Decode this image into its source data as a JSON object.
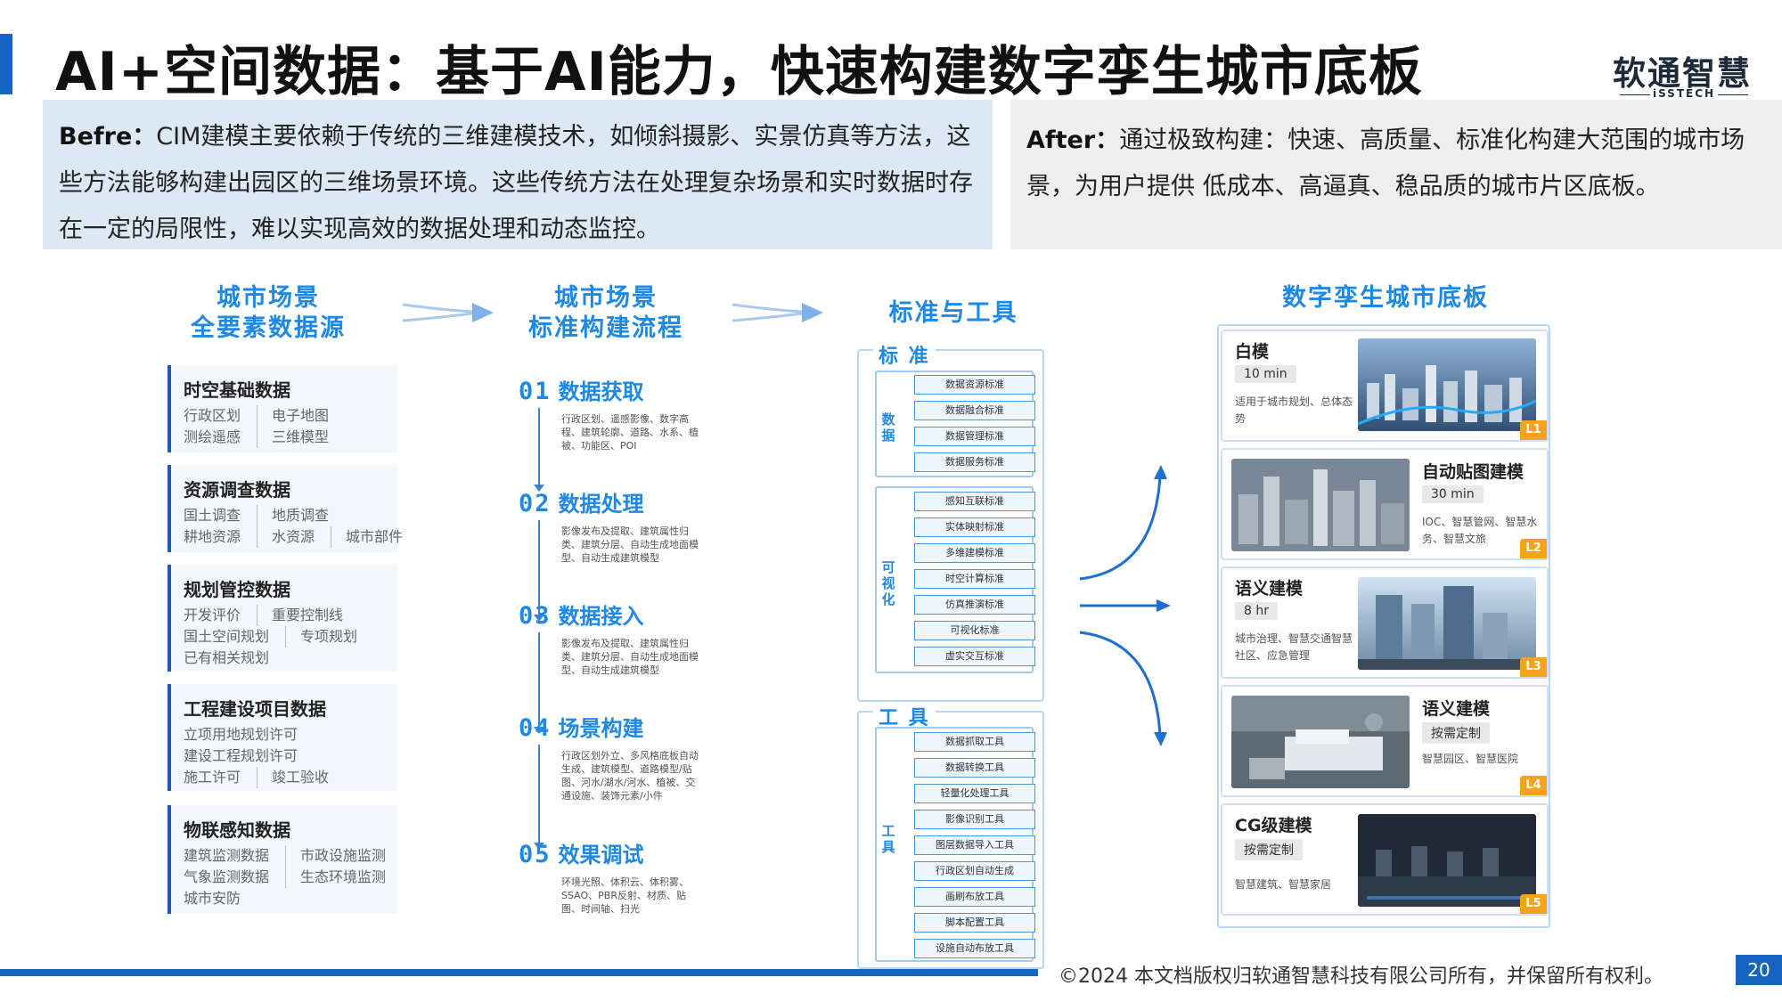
{
  "header": {
    "title": "AI+空间数据：基于AI能力，快速构建数字孪生城市底板",
    "logo_cn": "软通智慧",
    "logo_en": "iSSTECH"
  },
  "before": {
    "lead": "Befre：",
    "text": "CIM建模主要依赖于传统的三维建模技术，如倾斜摄影、实景仿真等方法，这些方法能够构建出园区的三维场景环境。这些传统方法在处理复杂场景和实时数据时存在一定的局限性，难以实现高效的数据处理和动态监控。"
  },
  "after": {
    "lead": "After：",
    "text": "通过极致构建：快速、高质量、标准化构建大范围的城市场景，为用户提供 低成本、高逼真、稳品质的城市片区底板。"
  },
  "col1": {
    "heading_line1": "城市场景",
    "heading_line2": "全要素数据源",
    "categories": [
      {
        "title": "时空基础数据",
        "lines": [
          [
            "行政区划",
            "电子地图"
          ],
          [
            "测绘遥感",
            "三维模型"
          ]
        ]
      },
      {
        "title": "资源调查数据",
        "lines": [
          [
            "国土调查",
            "地质调查"
          ],
          [
            "耕地资源",
            "水资源",
            "城市部件"
          ]
        ]
      },
      {
        "title": "规划管控数据",
        "lines": [
          [
            "开发评价",
            "重要控制线"
          ],
          [
            "国土空间规划",
            "专项规划"
          ],
          [
            "已有相关规划"
          ]
        ]
      },
      {
        "title": "工程建设项目数据",
        "lines": [
          [
            "立项用地规划许可"
          ],
          [
            "建设工程规划许可"
          ],
          [
            "施工许可",
            "竣工验收"
          ]
        ]
      },
      {
        "title": "物联感知数据",
        "lines": [
          [
            "建筑监测数据",
            "市政设施监测"
          ],
          [
            "气象监测数据",
            "生态环境监测"
          ],
          [
            "城市安防"
          ]
        ]
      }
    ]
  },
  "col2": {
    "heading_line1": "城市场景",
    "heading_line2": "标准构建流程",
    "steps": [
      {
        "num": "01",
        "title": "数据获取",
        "desc": "行政区划、遥感影像、数字高程、建筑轮廓、道路、水系、植被、功能区、POI"
      },
      {
        "num": "02",
        "title": "数据处理",
        "desc": "影像发布及提取、建筑属性归类、建筑分层、自动生成地面模型、自动生成建筑模型"
      },
      {
        "num": "03",
        "title": "数据接入",
        "desc": "影像发布及提取、建筑属性归类、建筑分层、自动生成地面模型、自动生成建筑模型"
      },
      {
        "num": "04",
        "title": "场景构建",
        "desc": "行政区划外立、多风格底板自动生成、建筑模型、道路模型/贴图、河水/湖水/河水、植被、交通设施、装饰元素/小件"
      },
      {
        "num": "05",
        "title": "效果调试",
        "desc": "环境光照、体积云、体积雾、SSAO、PBR反射、材质、贴图、时间轴、扫光"
      }
    ]
  },
  "col3": {
    "heading": "标准与工具",
    "standard_label": "标 准",
    "tool_label": "工 具",
    "groups": {
      "data": {
        "label": "数据",
        "items": [
          "数据资源标准",
          "数据融合标准",
          "数据管理标准",
          "数据服务标准"
        ]
      },
      "vis": {
        "label": "可视化",
        "items": [
          "感知互联标准",
          "实体映射标准",
          "多维建模标准",
          "时空计算标准",
          "仿真推演标准",
          "可视化标准",
          "虚实交互标准"
        ]
      },
      "tool": {
        "label": "工具",
        "items": [
          "数据抓取工具",
          "数据转换工具",
          "轻量化处理工具",
          "影像识别工具",
          "图层数据导入工具",
          "行政区划自动生成",
          "画刷布放工具",
          "脚本配置工具",
          "设施自动布放工具"
        ]
      }
    }
  },
  "col4": {
    "heading": "数字孪生城市底板",
    "cards": [
      {
        "title": "白模",
        "time": "10 min",
        "desc": "适用于城市规划、总体态势",
        "badge": "L1"
      },
      {
        "title": "自动贴图建模",
        "time": "30 min",
        "desc": "IOC、智慧管网、智慧水务、智慧文旅",
        "badge": "L2"
      },
      {
        "title": "语义建模",
        "time": "8 hr",
        "desc": "城市治理、智慧交通智慧社区、应急管理",
        "badge": "L3"
      },
      {
        "title": "语义建模",
        "time": "按需定制",
        "desc": "智慧园区、智慧医院",
        "badge": "L4"
      },
      {
        "title": "CG级建模",
        "time": "按需定制",
        "desc": "智慧建筑、智慧家居",
        "badge": "L5"
      }
    ]
  },
  "footer": {
    "copyright": "©2024 本文档版权归软通智慧科技有限公司所有，并保留所有权利。",
    "page": "20"
  },
  "colors": {
    "accent": "#1565c0",
    "heading_blue": "#1e88e5",
    "badge": "#f7a21d"
  }
}
